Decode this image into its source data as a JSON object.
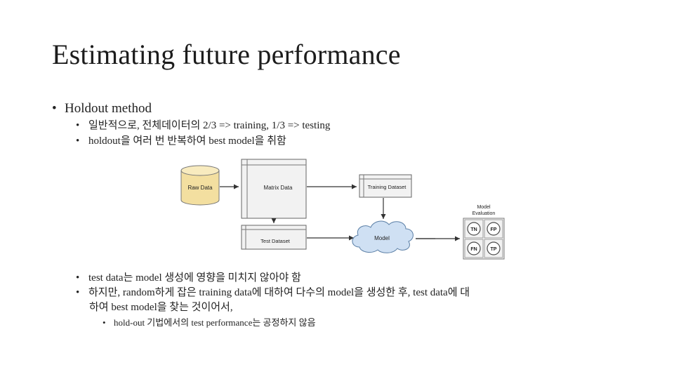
{
  "slide": {
    "title": "Estimating future performance",
    "bullet1": "Holdout method",
    "sub1": "일반적으로, 전체데이터의 2/3 => training, 1/3 => testing",
    "sub2": "holdout을 여러 번 반복하여 best model을 취함",
    "sub3_line1": "test data는 model 생성에 영향을 미치지 않아야 함",
    "sub4_line1": "하지만, random하게 잡은 training data에 대하여 다수의 model을 생성한 후, test data에 대",
    "sub4_line2": "하여 best model을 찾는 것이어서,",
    "sub5": "hold-out 기법에서의 test performance는 공정하지 않음",
    "bullet_symbol": "•"
  },
  "diagram": {
    "raw_data": "Raw Data",
    "matrix_data": "Matrix Data",
    "training_dataset": "Training Dataset",
    "test_dataset": "Test Dataset",
    "model": "Model",
    "model_eval_line1": "Model",
    "model_eval_line2": "Evaluation",
    "tn": "TN",
    "fp": "FP",
    "fn": "FN",
    "tp": "TP",
    "cloud_color": "#cfe0f3",
    "cylinder_color": "#f3dfa0",
    "doc_color": "#ececec",
    "matrix_color": "#f2f2f2"
  }
}
